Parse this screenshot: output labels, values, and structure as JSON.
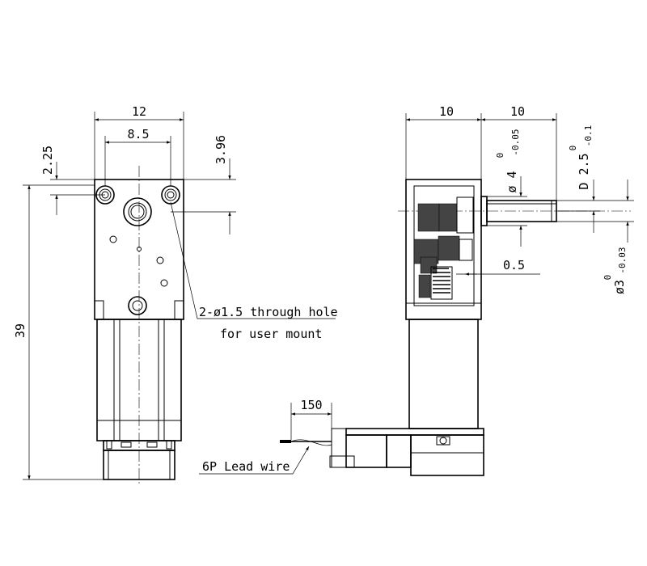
{
  "front_view": {
    "dim_width": "12",
    "dim_hole_spacing": "8.5",
    "dim_hole_offset": "2.25",
    "dim_right_offset": "3.96",
    "dim_height": "39",
    "hole_note_line1": "2-ø1.5 through hole",
    "hole_note_line2": "for user mount"
  },
  "side_view": {
    "dim_body_depth": "10",
    "dim_shaft_length": "10",
    "dim_collar_diameter": "ø 4",
    "dim_collar_tol_upper": "0",
    "dim_collar_tol_lower": "-0.05",
    "dim_flat_d": "D 2.5",
    "dim_flat_tol_upper": "0",
    "dim_flat_tol_lower": "-0.1",
    "dim_gap": "0.5",
    "dim_shaft_diameter": "ø3",
    "dim_shaft_tol_upper": "0",
    "dim_shaft_tol_lower": "-0.03"
  },
  "lead": {
    "dim_wire_length": "150",
    "wire_label": "6P Lead wire"
  }
}
